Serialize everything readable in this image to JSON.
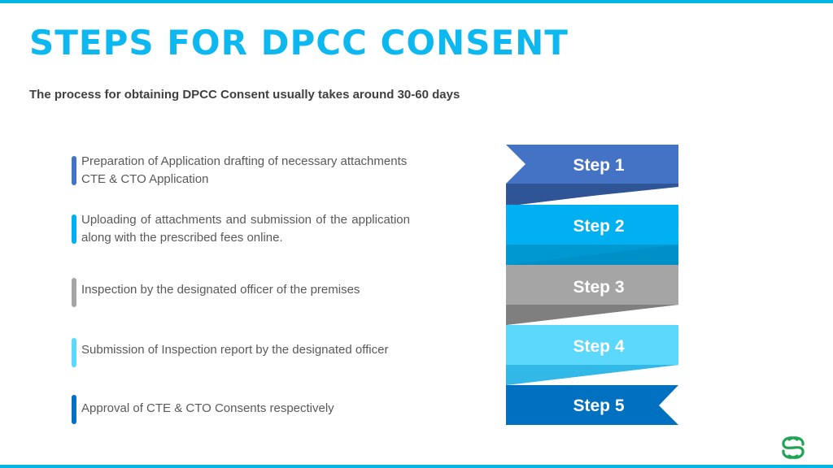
{
  "slide": {
    "title": "STEPS FOR DPCC CONSENT",
    "subtitle": "The process for obtaining DPCC Consent usually takes around 30-60 days"
  },
  "steps": [
    {
      "label": "Step 1",
      "description": "Preparation of Application drafting of necessary attachments CTE & CTO Application",
      "color": "#4472c4"
    },
    {
      "label": "Step 2",
      "description": "Uploading of attachments and submission of the application along with the prescribed fees online.",
      "color": "#00b0f0"
    },
    {
      "label": "Step 3",
      "description": "Inspection by the designated officer of the premises",
      "color": "#a5a5a5"
    },
    {
      "label": "Step 4",
      "description": "Submission of Inspection report by the designated officer",
      "color": "#5bd8fb"
    },
    {
      "label": "Step 5",
      "description": "Approval of CTE & CTO Consents respectively",
      "color": "#0070c0"
    }
  ],
  "theme": {
    "title_color": "#0db8f0",
    "accent_bar": "#00b4e6",
    "logo_color": "#21a354"
  },
  "icons": {
    "logo": "brand-logo-icon"
  }
}
